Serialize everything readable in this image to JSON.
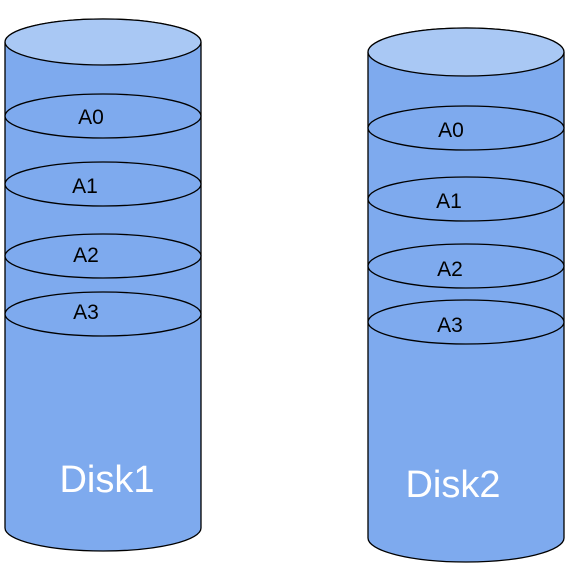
{
  "disks": [
    {
      "name": "Disk1",
      "blocks": [
        "A0",
        "A1",
        "A2",
        "A3"
      ]
    },
    {
      "name": "Disk2",
      "blocks": [
        "A0",
        "A1",
        "A2",
        "A3"
      ]
    }
  ],
  "colors": {
    "cylinder_fill": "#7eaaee",
    "cylinder_top": "#a9c8f4",
    "outline": "#000000",
    "disk_label": "#ffffff"
  }
}
